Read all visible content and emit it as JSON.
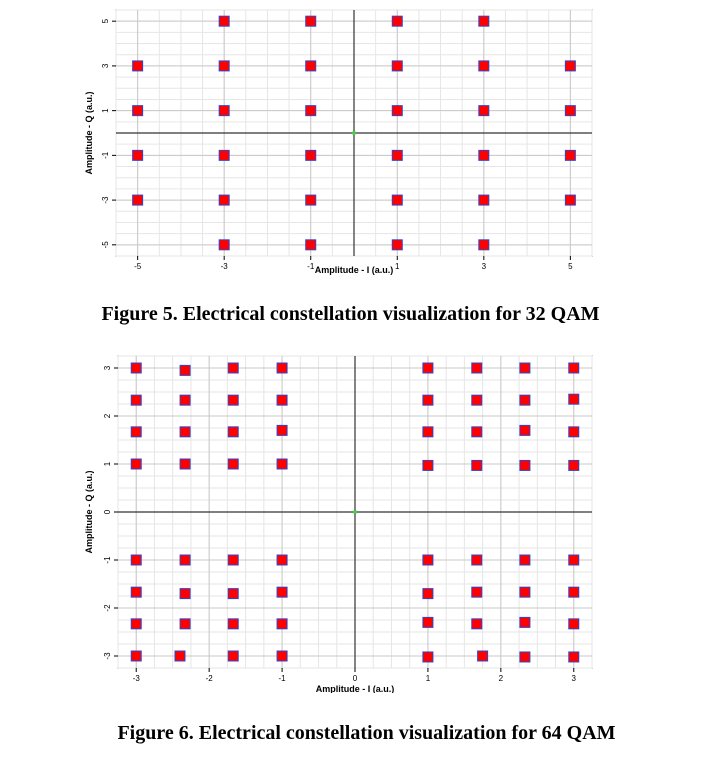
{
  "chart_data": [
    {
      "type": "scatter",
      "title": "",
      "xlabel": "Amplitude - I (a.u.)",
      "ylabel": "Amplitude - Q (a.u.)",
      "xlim": [
        -5.5,
        5.5
      ],
      "ylim": [
        -5.5,
        5.5
      ],
      "xticks": [
        -5,
        -3,
        -1,
        1,
        3,
        5
      ],
      "yticks": [
        -5,
        -3,
        -1,
        1,
        3,
        5
      ],
      "xtick_labels": [
        "-5",
        "-3",
        "-1",
        "1",
        "3",
        "5"
      ],
      "ytick_labels": [
        "-5",
        "-3",
        "-1",
        "1",
        "3",
        "5"
      ],
      "grid": true,
      "marker_color": "#ff0000",
      "marker_edge_color": "#3344cc",
      "points": [
        [
          -3,
          5
        ],
        [
          -1,
          5
        ],
        [
          1,
          5
        ],
        [
          3,
          5
        ],
        [
          -5,
          3
        ],
        [
          -3,
          3
        ],
        [
          -1,
          3
        ],
        [
          1,
          3
        ],
        [
          3,
          3
        ],
        [
          5,
          3
        ],
        [
          -5,
          1
        ],
        [
          -3,
          1
        ],
        [
          -1,
          1
        ],
        [
          1,
          1
        ],
        [
          3,
          1
        ],
        [
          5,
          1
        ],
        [
          -5,
          -1
        ],
        [
          -3,
          -1
        ],
        [
          -1,
          -1
        ],
        [
          1,
          -1
        ],
        [
          3,
          -1
        ],
        [
          5,
          -1
        ],
        [
          -5,
          -3
        ],
        [
          -3,
          -3
        ],
        [
          -1,
          -3
        ],
        [
          1,
          -3
        ],
        [
          3,
          -3
        ],
        [
          5,
          -3
        ],
        [
          -3,
          -5
        ],
        [
          -1,
          -5
        ],
        [
          1,
          -5
        ],
        [
          3,
          -5
        ]
      ]
    },
    {
      "type": "scatter",
      "title": "",
      "xlabel": "Amplitude - I (a.u.)",
      "ylabel": "Amplitude - Q (a.u.)",
      "xlim": [
        -3.25,
        3.25
      ],
      "ylim": [
        -3.25,
        3.25
      ],
      "xticks": [
        -3,
        -2,
        -1,
        0,
        1,
        2,
        3
      ],
      "yticks": [
        -3,
        -2,
        -1,
        0,
        1,
        2,
        3
      ],
      "xtick_labels": [
        "-3",
        "-2",
        "-1",
        "0",
        "1",
        "2",
        "3"
      ],
      "ytick_labels": [
        "-3",
        "-2",
        "-1",
        "0",
        "1",
        "2",
        "3"
      ],
      "grid": true,
      "marker_color": "#ff0000",
      "marker_edge_color": "#3344cc",
      "points": [
        [
          -3.0,
          3.0
        ],
        [
          -2.33,
          2.95
        ],
        [
          -1.67,
          3.0
        ],
        [
          -1.0,
          3.0
        ],
        [
          1.0,
          3.0
        ],
        [
          1.67,
          3.0
        ],
        [
          2.33,
          3.0
        ],
        [
          3.0,
          3.0
        ],
        [
          -3.0,
          2.33
        ],
        [
          -2.33,
          2.33
        ],
        [
          -1.67,
          2.33
        ],
        [
          -1.0,
          2.33
        ],
        [
          1.0,
          2.33
        ],
        [
          1.67,
          2.33
        ],
        [
          2.33,
          2.33
        ],
        [
          3.0,
          2.35
        ],
        [
          -3.0,
          1.67
        ],
        [
          -2.33,
          1.67
        ],
        [
          -1.67,
          1.67
        ],
        [
          -1.0,
          1.7
        ],
        [
          1.0,
          1.67
        ],
        [
          1.67,
          1.67
        ],
        [
          2.33,
          1.7
        ],
        [
          3.0,
          1.67
        ],
        [
          -3.0,
          1.0
        ],
        [
          -2.33,
          1.0
        ],
        [
          -1.67,
          1.0
        ],
        [
          -1.0,
          1.0
        ],
        [
          1.0,
          0.97
        ],
        [
          1.67,
          0.97
        ],
        [
          2.33,
          0.97
        ],
        [
          3.0,
          0.97
        ],
        [
          -3.0,
          -1.0
        ],
        [
          -2.33,
          -1.0
        ],
        [
          -1.67,
          -1.0
        ],
        [
          -1.0,
          -1.0
        ],
        [
          1.0,
          -1.0
        ],
        [
          1.67,
          -1.0
        ],
        [
          2.33,
          -1.0
        ],
        [
          3.0,
          -1.0
        ],
        [
          -3.0,
          -1.67
        ],
        [
          -2.33,
          -1.7
        ],
        [
          -1.67,
          -1.7
        ],
        [
          -1.0,
          -1.67
        ],
        [
          1.0,
          -1.7
        ],
        [
          1.67,
          -1.67
        ],
        [
          2.33,
          -1.67
        ],
        [
          3.0,
          -1.67
        ],
        [
          -3.0,
          -2.33
        ],
        [
          -2.33,
          -2.33
        ],
        [
          -1.67,
          -2.33
        ],
        [
          -1.0,
          -2.33
        ],
        [
          1.0,
          -2.3
        ],
        [
          1.67,
          -2.33
        ],
        [
          2.33,
          -2.3
        ],
        [
          3.0,
          -2.33
        ],
        [
          -3.0,
          -3.0
        ],
        [
          -2.4,
          -3.0
        ],
        [
          -1.67,
          -3.0
        ],
        [
          -1.0,
          -3.0
        ],
        [
          1.0,
          -3.02
        ],
        [
          1.75,
          -3.0
        ],
        [
          2.33,
          -3.02
        ],
        [
          3.0,
          -3.02
        ]
      ]
    }
  ],
  "captions": [
    {
      "number": "Figure 5.",
      "text": "Electrical constellation visualization for 32 QAM"
    },
    {
      "number": "Figure 6.",
      "text": "Electrical constellation visualization for 64 QAM"
    }
  ]
}
